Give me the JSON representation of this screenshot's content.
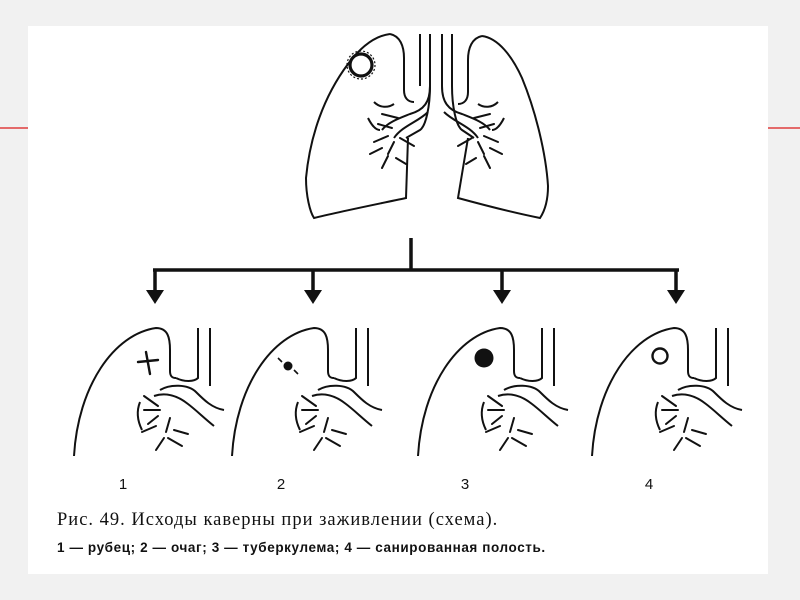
{
  "caption": {
    "title": "Рис. 49. Исходы каверны при заживлении (схема).",
    "legend": "1 — рубец; 2 — очаг; 3 — туберкулема; 4 — санированная полость."
  },
  "panels": [
    {
      "number": "1"
    },
    {
      "number": "2"
    },
    {
      "number": "3"
    },
    {
      "number": "4"
    }
  ],
  "colors": {
    "ink": "#111111",
    "slide_background": "#ffffff",
    "page_background": "#f1f1f1",
    "accent_line": "#e46a6a"
  }
}
